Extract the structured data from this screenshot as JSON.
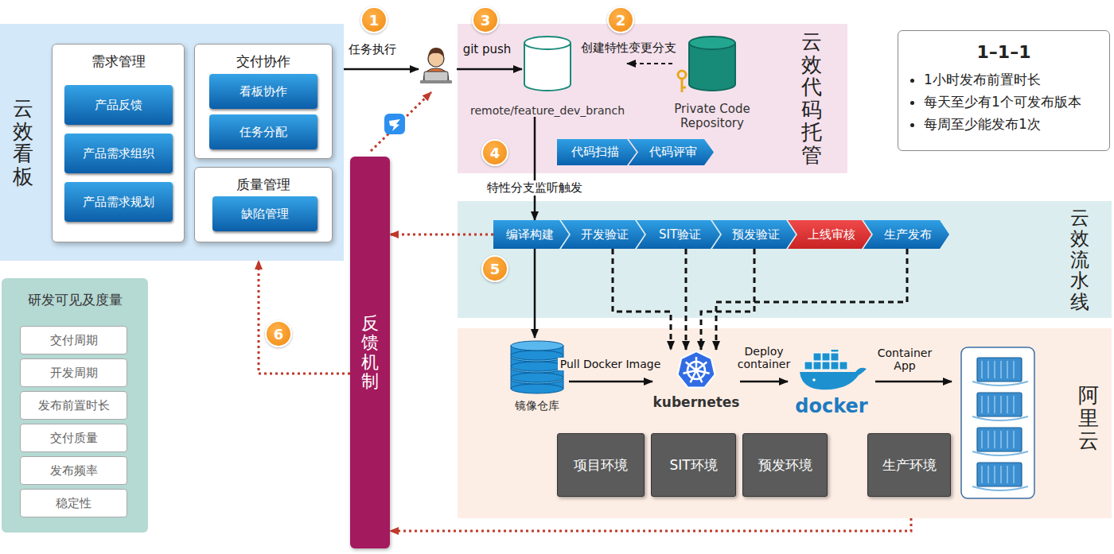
{
  "diagram": {
    "nodes": [
      {
        "text": [
          "云效看板"
        ]
      },
      {
        "text": [
          "需求管理"
        ],
        "in": 0
      },
      {
        "text": [
          "产品反馈"
        ],
        "in": 1
      },
      {
        "text": [
          "产品需求组织"
        ],
        "in": 1
      },
      {
        "text": [
          "产品需求规划"
        ],
        "in": 1
      },
      {
        "text": [
          "交付协作"
        ],
        "in": 0
      },
      {
        "text": [
          "看板协作"
        ],
        "in": 5
      },
      {
        "text": [
          "任务分配"
        ],
        "in": 5
      },
      {
        "text": [
          "质量管理"
        ],
        "in": 0
      },
      {
        "text": [
          "缺陷管理"
        ],
        "in": 8
      },
      {
        "text": [
          "研发可见及度量"
        ]
      },
      {
        "text": [
          "交付周期"
        ],
        "in": 10
      },
      {
        "text": [
          "开发周期"
        ],
        "in": 10
      },
      {
        "text": [
          "发布前置时长"
        ],
        "in": 10
      },
      {
        "text": [
          "交付质量"
        ],
        "in": 10
      },
      {
        "text": [
          "发布频率"
        ],
        "in": 10
      },
      {
        "text": [
          "稳定性"
        ],
        "in": 10
      },
      {
        "text": [
          "反馈机制"
        ]
      },
      {
        "text": [
          "云效代码托管"
        ]
      },
      {
        "text": [
          "remote/feature_dev_branch"
        ],
        "in": 18
      },
      {
        "text": [
          "Private Code Repository"
        ],
        "in": 18
      },
      {
        "text": [
          "代码扫描"
        ],
        "in": 18
      },
      {
        "text": [
          "代码评审"
        ],
        "in": 18
      },
      {
        "text": [
          "云效流水线"
        ]
      },
      {
        "text": [
          "编译构建"
        ],
        "in": 23
      },
      {
        "text": [
          "开发验证"
        ],
        "in": 23
      },
      {
        "text": [
          "SIT验证"
        ],
        "in": 23
      },
      {
        "text": [
          "预发验证"
        ],
        "in": 23
      },
      {
        "text": [
          "上线审核"
        ],
        "in": 23
      },
      {
        "text": [
          "生产发布"
        ],
        "in": 23
      },
      {
        "text": [
          "阿里云"
        ]
      },
      {
        "text": [
          "镜像仓库"
        ],
        "in": 30
      },
      {
        "text": [
          "kubernetes"
        ],
        "in": 30
      },
      {
        "text": [
          "docker"
        ],
        "in": 30
      },
      {
        "text": [
          "项目环境"
        ],
        "in": 30
      },
      {
        "text": [
          "SIT环境"
        ],
        "in": 30
      },
      {
        "text": [
          "预发环境"
        ],
        "in": 30
      },
      {
        "text": [
          "生产环境"
        ],
        "in": 30
      },
      {
        "text": [
          "1–1–1",
          "1小时发布前置时长",
          "每天至少有1个可发布版本",
          "每周至少能发布1次"
        ]
      }
    ],
    "edges": [
      {
        "from": 20,
        "to": 19,
        "label": "创建特性变更分支",
        "arrow": "to"
      },
      {
        "from": 19,
        "to": 24,
        "label": "特性分支监听触发",
        "arrow": "to"
      },
      {
        "from": 24,
        "to": 31,
        "arrow": "to"
      },
      {
        "from": 31,
        "to": 32,
        "label": "Pull Docker Image",
        "arrow": "to"
      },
      {
        "from": 32,
        "to": 33,
        "label": "Deploy container",
        "arrow": "to"
      },
      {
        "from": 25,
        "to": 32,
        "arrow": "to"
      },
      {
        "from": 26,
        "to": 32,
        "arrow": "to"
      },
      {
        "from": 27,
        "to": 32,
        "arrow": "to"
      },
      {
        "from": 29,
        "to": 32,
        "arrow": "to"
      },
      {
        "from": 24,
        "to": 17,
        "arrow": "to"
      },
      {
        "from": 30,
        "to": 17,
        "arrow": "to"
      },
      {
        "from": 17,
        "to": 0,
        "arrow": "to"
      }
    ],
    "labels": [
      "1",
      "任务执行",
      "3",
      "git push",
      "2",
      "4",
      "5",
      "6",
      "Container App"
    ]
  }
}
